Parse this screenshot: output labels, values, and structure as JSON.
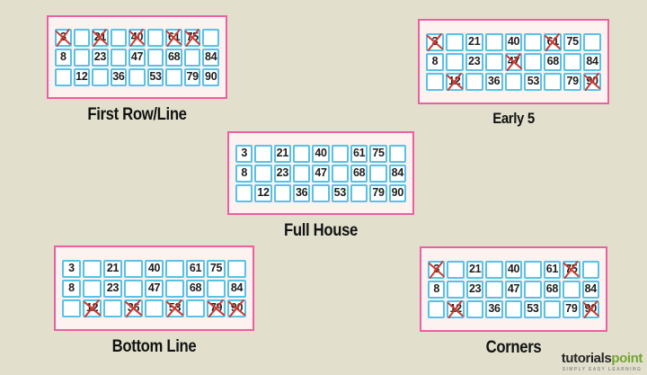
{
  "tickets": [
    {
      "id": "first-row-line",
      "label": "First Row/Line",
      "grid": [
        [
          "3",
          "",
          "21",
          "",
          "40",
          "",
          "61",
          "75",
          ""
        ],
        [
          "8",
          "",
          "23",
          "",
          "47",
          "",
          "68",
          "",
          "84"
        ],
        [
          "",
          "12",
          "",
          "36",
          "",
          "53",
          "",
          "79",
          "90"
        ]
      ],
      "marked_numbers": [
        3,
        21,
        40,
        61,
        75
      ]
    },
    {
      "id": "early-5",
      "label": "Early 5",
      "grid": [
        [
          "3",
          "",
          "21",
          "",
          "40",
          "",
          "61",
          "75",
          ""
        ],
        [
          "8",
          "",
          "23",
          "",
          "47",
          "",
          "68",
          "",
          "84"
        ],
        [
          "",
          "12",
          "",
          "36",
          "",
          "53",
          "",
          "79",
          "90"
        ]
      ],
      "marked_numbers": [
        3,
        61,
        47,
        12,
        90
      ]
    },
    {
      "id": "full-house",
      "label": "Full House",
      "grid": [
        [
          "3",
          "",
          "21",
          "",
          "40",
          "",
          "61",
          "75",
          ""
        ],
        [
          "8",
          "",
          "23",
          "",
          "47",
          "",
          "68",
          "",
          "84"
        ],
        [
          "",
          "12",
          "",
          "36",
          "",
          "53",
          "",
          "79",
          "90"
        ]
      ],
      "marked_numbers": []
    },
    {
      "id": "bottom-line",
      "label": "Bottom Line",
      "grid": [
        [
          "3",
          "",
          "21",
          "",
          "40",
          "",
          "61",
          "75",
          ""
        ],
        [
          "8",
          "",
          "23",
          "",
          "47",
          "",
          "68",
          "",
          "84"
        ],
        [
          "",
          "12",
          "",
          "36",
          "",
          "53",
          "",
          "79",
          "90"
        ]
      ],
      "marked_numbers": [
        12,
        36,
        53,
        79,
        90
      ]
    },
    {
      "id": "corners",
      "label": "Corners",
      "grid": [
        [
          "3",
          "",
          "21",
          "",
          "40",
          "",
          "61",
          "75",
          ""
        ],
        [
          "8",
          "",
          "23",
          "",
          "47",
          "",
          "68",
          "",
          "84"
        ],
        [
          "",
          "12",
          "",
          "36",
          "",
          "53",
          "",
          "79",
          "90"
        ]
      ],
      "marked_numbers": [
        3,
        75,
        12,
        90
      ]
    }
  ],
  "logo": {
    "brand_primary": "tutorials",
    "brand_accent": "point",
    "tagline": "SIMPLY EASY LEARNING"
  },
  "colors": {
    "page_bg": "#e2e0cd",
    "ticket_border": "#ec5fa0",
    "ticket_bg": "#fcf3f1",
    "cell_border": "#57c2e6",
    "cell_bg": "#ffffff",
    "number_color": "#1d1d1d",
    "mark_color": "#cb3931",
    "label_color": "#121212",
    "logo_primary": "#262626",
    "logo_accent": "#74a333",
    "logo_tagline": "#8d8d8d"
  }
}
